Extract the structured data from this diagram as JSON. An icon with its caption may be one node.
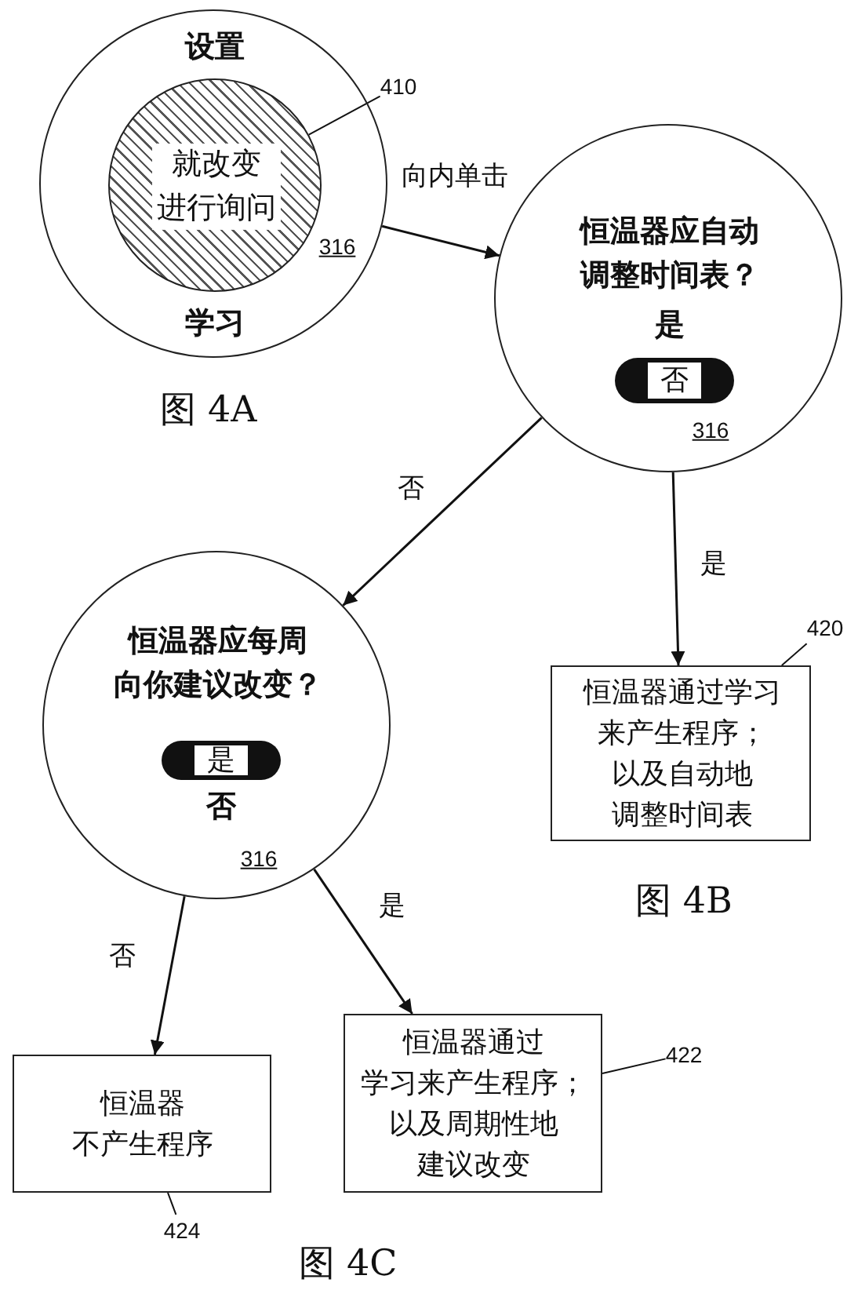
{
  "diagram": {
    "nodes": [
      {
        "text": [
          "设置",
          "学习",
          "316"
        ]
      },
      {
        "text": [
          "就改变进行询问"
        ],
        "in": 0
      },
      {
        "text": [
          "410"
        ]
      },
      {
        "text": [
          "恒温器应自动调整时间表？",
          "是",
          "316"
        ]
      },
      {
        "text": [
          "否"
        ],
        "in": 3
      },
      {
        "text": [
          "恒温器应每周向你建议改变？",
          "否",
          "316"
        ]
      },
      {
        "text": [
          "是"
        ],
        "in": 5
      },
      {
        "text": [
          "恒温器通过学习来产生程序；以及自动地调整时间表"
        ]
      },
      {
        "text": [
          "420"
        ]
      },
      {
        "text": [
          "恒温器不产生程序"
        ]
      },
      {
        "text": [
          "恒温器通过学习来产生程序；以及周期性地建议改变"
        ]
      },
      {
        "text": [
          "422"
        ]
      },
      {
        "text": [
          "424"
        ]
      }
    ],
    "edges": [
      {
        "from": 0,
        "to": 3,
        "arrow": "to",
        "label": "向内单击"
      },
      {
        "from": 3,
        "to": 5,
        "arrow": "to",
        "label": "否"
      },
      {
        "from": 3,
        "to": 7,
        "arrow": "to",
        "label": "是"
      },
      {
        "from": 5,
        "to": 9,
        "arrow": "to",
        "label": "否"
      },
      {
        "from": 5,
        "to": 10,
        "arrow": "to",
        "label": "是"
      },
      {
        "from": 2,
        "to": 1,
        "arrow": "none"
      },
      {
        "from": 8,
        "to": 7,
        "arrow": "none"
      },
      {
        "from": 11,
        "to": 10,
        "arrow": "none"
      },
      {
        "from": 12,
        "to": 9,
        "arrow": "none"
      }
    ],
    "labels": [
      "图 4A",
      "图 4B",
      "图 4C"
    ]
  }
}
